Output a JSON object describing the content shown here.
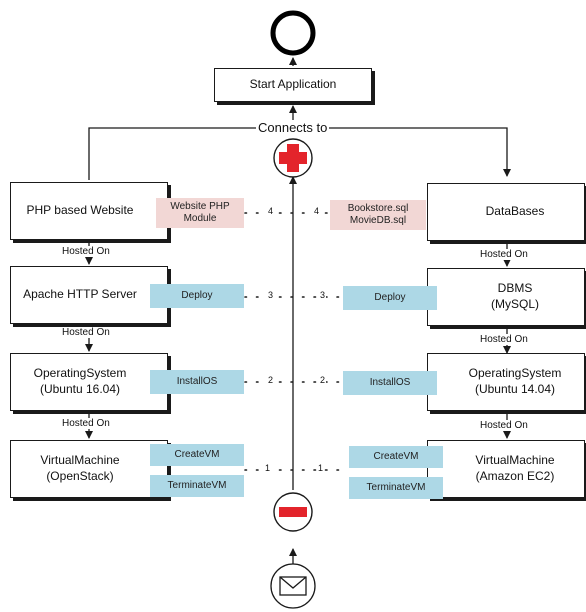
{
  "start_button": "Start Application",
  "connects_label": "Connects to",
  "left_stack": {
    "website": "PHP based Website",
    "apache": "Apache HTTP Server",
    "os": "OperatingSystem\n(Ubuntu 16.04)",
    "vm": "VirtualMachine\n(OpenStack)"
  },
  "right_stack": {
    "databases": "DataBases",
    "dbms": "DBMS\n(MySQL)",
    "os": "OperatingSystem\n(Ubuntu 14.04)",
    "vm": "VirtualMachine\n(Amazon EC2)"
  },
  "hosted_on": "Hosted On",
  "tags": {
    "website_module": "Website PHP\nModule",
    "bookstore": "Bookstore.sql\nMovieDB.sql",
    "deploy": "Deploy",
    "install_os": "InstallOS",
    "create_vm": "CreateVM",
    "terminate_vm": "TerminateVM"
  },
  "steps": {
    "s1": "1",
    "s2": "2",
    "s3": "3",
    "s4": "4"
  },
  "colors": {
    "tag_blue": "#add8e6",
    "tag_pink": "#f2d7d5",
    "accent_red": "#e3242b",
    "line": "#1a1a1a"
  },
  "icons": {
    "end_event": "end-event-icon",
    "parallel_gateway": "parallel-plus-icon",
    "exclusive_gateway": "minus-gateway-icon",
    "message_start": "envelope-icon"
  }
}
